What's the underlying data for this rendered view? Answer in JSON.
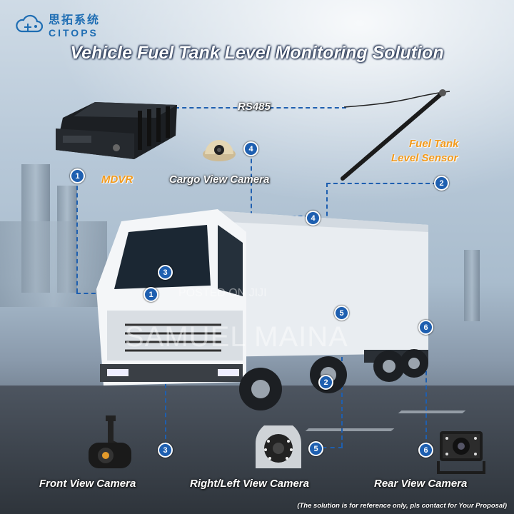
{
  "brand": {
    "name_cn": "思拓系统",
    "name_en": "CITOPS",
    "color": "#1e6db3"
  },
  "title": "Vehicle Fuel Tank Level Monitoring Solution",
  "labels": {
    "rs485": "RS485",
    "mdvr": "MDVR",
    "cargo_camera": "Cargo View Camera",
    "fuel_sensor_line1": "Fuel Tank",
    "fuel_sensor_line2": "Level Sensor",
    "front_camera": "Front View Camera",
    "side_camera": "Right/Left View Camera",
    "rear_camera": "Rear View Camera"
  },
  "markers": [
    "1",
    "1",
    "2",
    "2",
    "3",
    "3",
    "4",
    "4",
    "5",
    "5",
    "6",
    "6"
  ],
  "watermark": {
    "line1": "POSTED ON JIJI",
    "line2": "SAMUEL MAINA"
  },
  "note": "(The solution is for reference only, pls contact for Your Proposal)",
  "colors": {
    "accent": "#1e5fb0",
    "highlight": "#f29a1c",
    "title_text": "#ffffff"
  }
}
